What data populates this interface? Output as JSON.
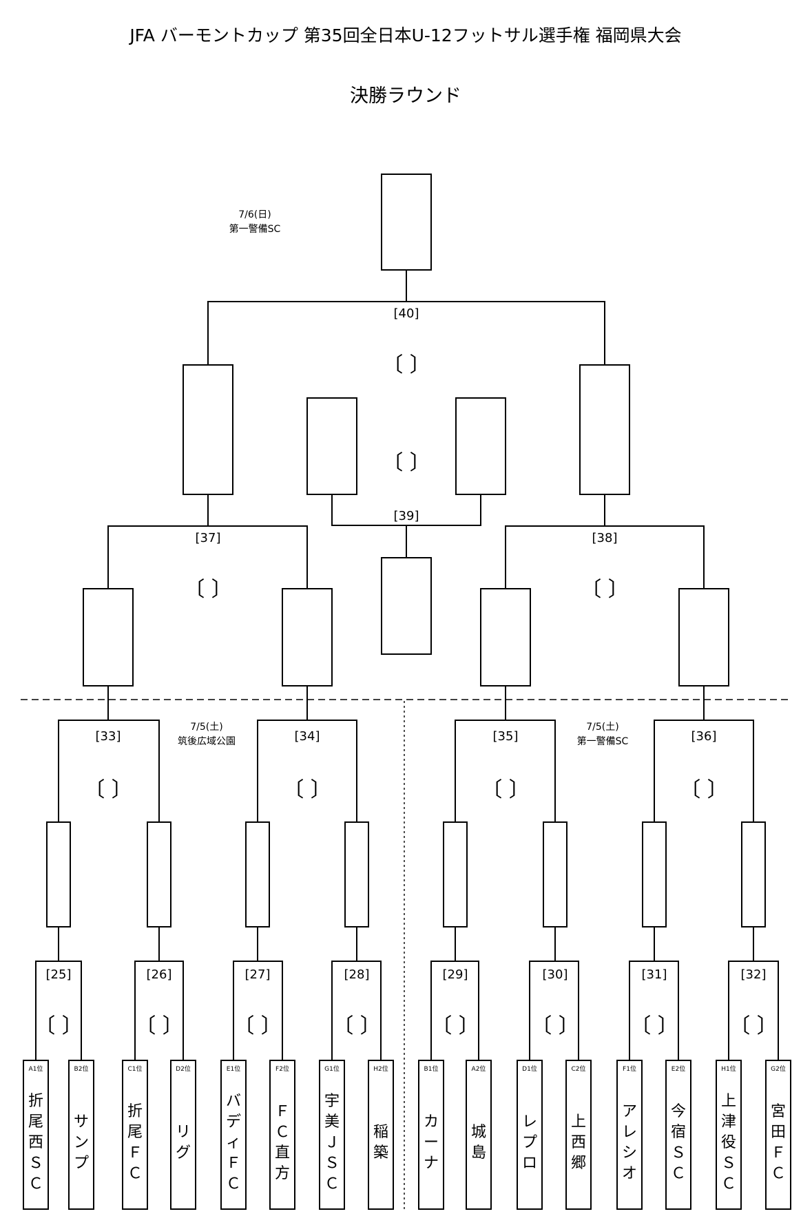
{
  "title": "JFA バーモントカップ 第35回全日本U-12フットサル選手権 福岡県大会",
  "subtitle": "決勝ラウンド",
  "score_mark": "〔 〕",
  "venues": [
    {
      "date": "7/6(日)",
      "place": "第一警備SC"
    },
    {
      "date": "7/5(土)",
      "place": "筑後広域公園"
    },
    {
      "date": "7/5(土)",
      "place": "第一警備SC"
    }
  ],
  "matches": {
    "m25": "[25]",
    "m26": "[26]",
    "m27": "[27]",
    "m28": "[28]",
    "m29": "[29]",
    "m30": "[30]",
    "m31": "[31]",
    "m32": "[32]",
    "m33": "[33]",
    "m34": "[34]",
    "m35": "[35]",
    "m36": "[36]",
    "m37": "[37]",
    "m38": "[38]",
    "m39": "[39]",
    "m40": "[40]"
  },
  "teams": [
    {
      "rank": "A1位",
      "name": "折尾西ＳＣ"
    },
    {
      "rank": "B2位",
      "name": "サンプ"
    },
    {
      "rank": "C1位",
      "name": "折尾ＦＣ"
    },
    {
      "rank": "D2位",
      "name": "リグ"
    },
    {
      "rank": "E1位",
      "name": "バディＦＣ"
    },
    {
      "rank": "F2位",
      "name": "ＦＣ直方"
    },
    {
      "rank": "G1位",
      "name": "宇美ＪＳＣ"
    },
    {
      "rank": "H2位",
      "name": "稲築"
    },
    {
      "rank": "B1位",
      "name": "カーナ"
    },
    {
      "rank": "A2位",
      "name": "城島"
    },
    {
      "rank": "D1位",
      "name": "レプロ"
    },
    {
      "rank": "C2位",
      "name": "上西郷"
    },
    {
      "rank": "F1位",
      "name": "アレシオ"
    },
    {
      "rank": "E2位",
      "name": "今宿ＳＣ"
    },
    {
      "rank": "H1位",
      "name": "上津役ＳＣ"
    },
    {
      "rank": "G2位",
      "name": "宮田ＦＣ"
    }
  ]
}
